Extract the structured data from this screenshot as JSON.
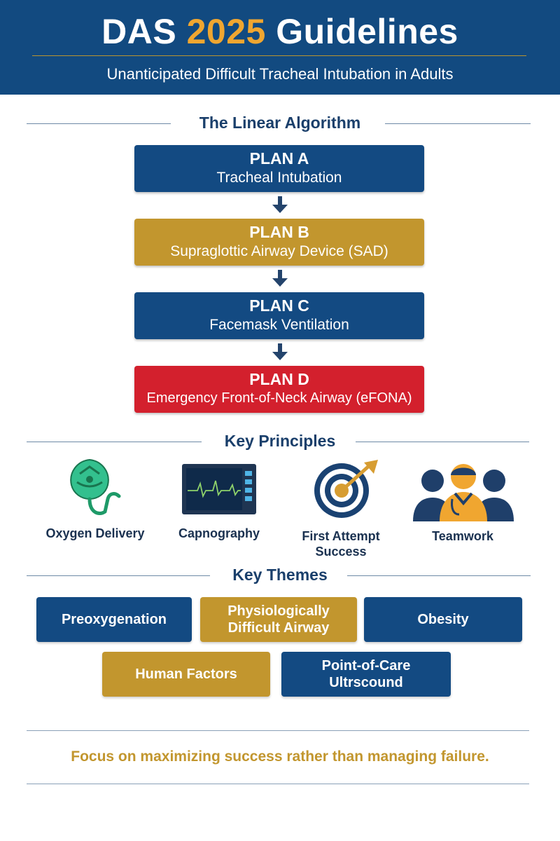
{
  "header": {
    "title_prefix": "DAS",
    "title_year": "2025",
    "title_suffix": "Guidelines",
    "subtitle": "Unanticipated Difficult Tracheal Intubation in Adults"
  },
  "algorithm": {
    "heading": "The Linear Algorithm",
    "plans": [
      {
        "title": "PLAN A",
        "subtitle": "Tracheal Intubation",
        "color": "#134a82"
      },
      {
        "title": "PLAN B",
        "subtitle": "Supraglottic Airway Device (SAD)",
        "color": "#c2962e"
      },
      {
        "title": "PLAN C",
        "subtitle": "Facemask Ventilation",
        "color": "#134a82"
      },
      {
        "title": "PLAN D",
        "subtitle": "Emergency Front-of-Neck Airway (eFONA)",
        "color": "#d3202d"
      }
    ]
  },
  "principles": {
    "heading": "Key Principles",
    "items": [
      {
        "label": "Oxygen Delivery",
        "icon": "oxygen-mask-icon"
      },
      {
        "label": "Capnography",
        "icon": "capnography-monitor-icon"
      },
      {
        "label": "First Attempt Success",
        "icon": "target-icon"
      },
      {
        "label": "Teamwork",
        "icon": "team-icon"
      }
    ]
  },
  "themes": {
    "heading": "Key Themes",
    "items": [
      {
        "label": "Preoxygenation",
        "color": "#134a82"
      },
      {
        "label": "Physiologically Difficult Airway",
        "color": "#c2962e"
      },
      {
        "label": "Obesity",
        "color": "#134a82"
      },
      {
        "label": "Human Factors",
        "color": "#c2962e"
      },
      {
        "label": "Point-of-Care Ultrscound",
        "color": "#134a82"
      }
    ]
  },
  "footer": {
    "text": "Focus on maximizing success rather than managing failure."
  }
}
